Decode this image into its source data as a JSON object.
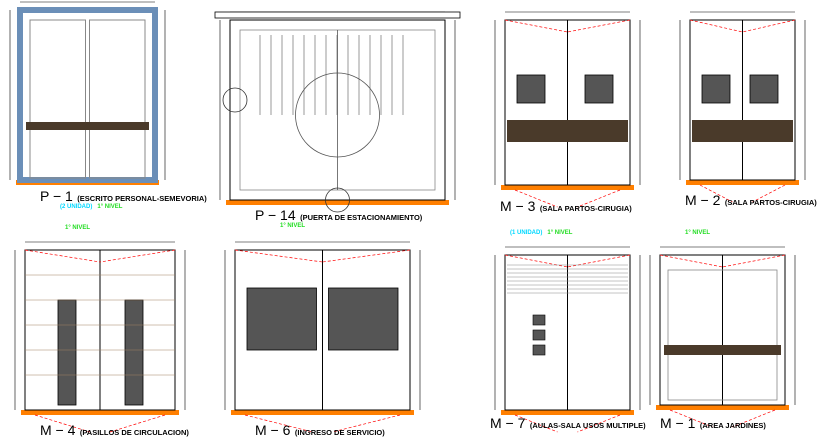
{
  "colors": {
    "frame": "#6b8fb8",
    "floor": "#ff7f00",
    "dim": "#000000",
    "note": "#ffd700",
    "red": "#ff0000",
    "panel": "#555555",
    "band": "#4a3a2a"
  },
  "panels": [
    {
      "code": "P − 1",
      "name": "(ESCRITO PERSONAL-SEMEVORIA)",
      "unit": "(2 UNIDAD)",
      "level": "1° NIVEL"
    },
    {
      "code": "P − 14",
      "name": "(PUERTA DE ESTACIONAMIENTO)",
      "unit": "",
      "level": "1° NIVEL"
    },
    {
      "code": "M − 3",
      "name": "(SALA PARTOS-CIRUGIA)",
      "unit": "",
      "level": ""
    },
    {
      "code": "M − 2",
      "name": "(SALA PARTOS-CIRUGIA)",
      "unit": "",
      "level": ""
    },
    {
      "code": "M − 4",
      "name": "(PASILLOS DE CIRCULACION)",
      "unit": "",
      "level": "1° NIVEL"
    },
    {
      "code": "M − 6",
      "name": "(INGRESO DE SERVICIO)",
      "unit": "",
      "level": ""
    },
    {
      "code": "M − 7",
      "name": "(AULAS-SALA USOS MULTIPLE)",
      "unit": "(1 UNIDAD)",
      "level": "1° NIVEL"
    },
    {
      "code": "M − 1",
      "name": "(AREA JARDINES)",
      "unit": "",
      "level": "1° NIVEL"
    }
  ]
}
